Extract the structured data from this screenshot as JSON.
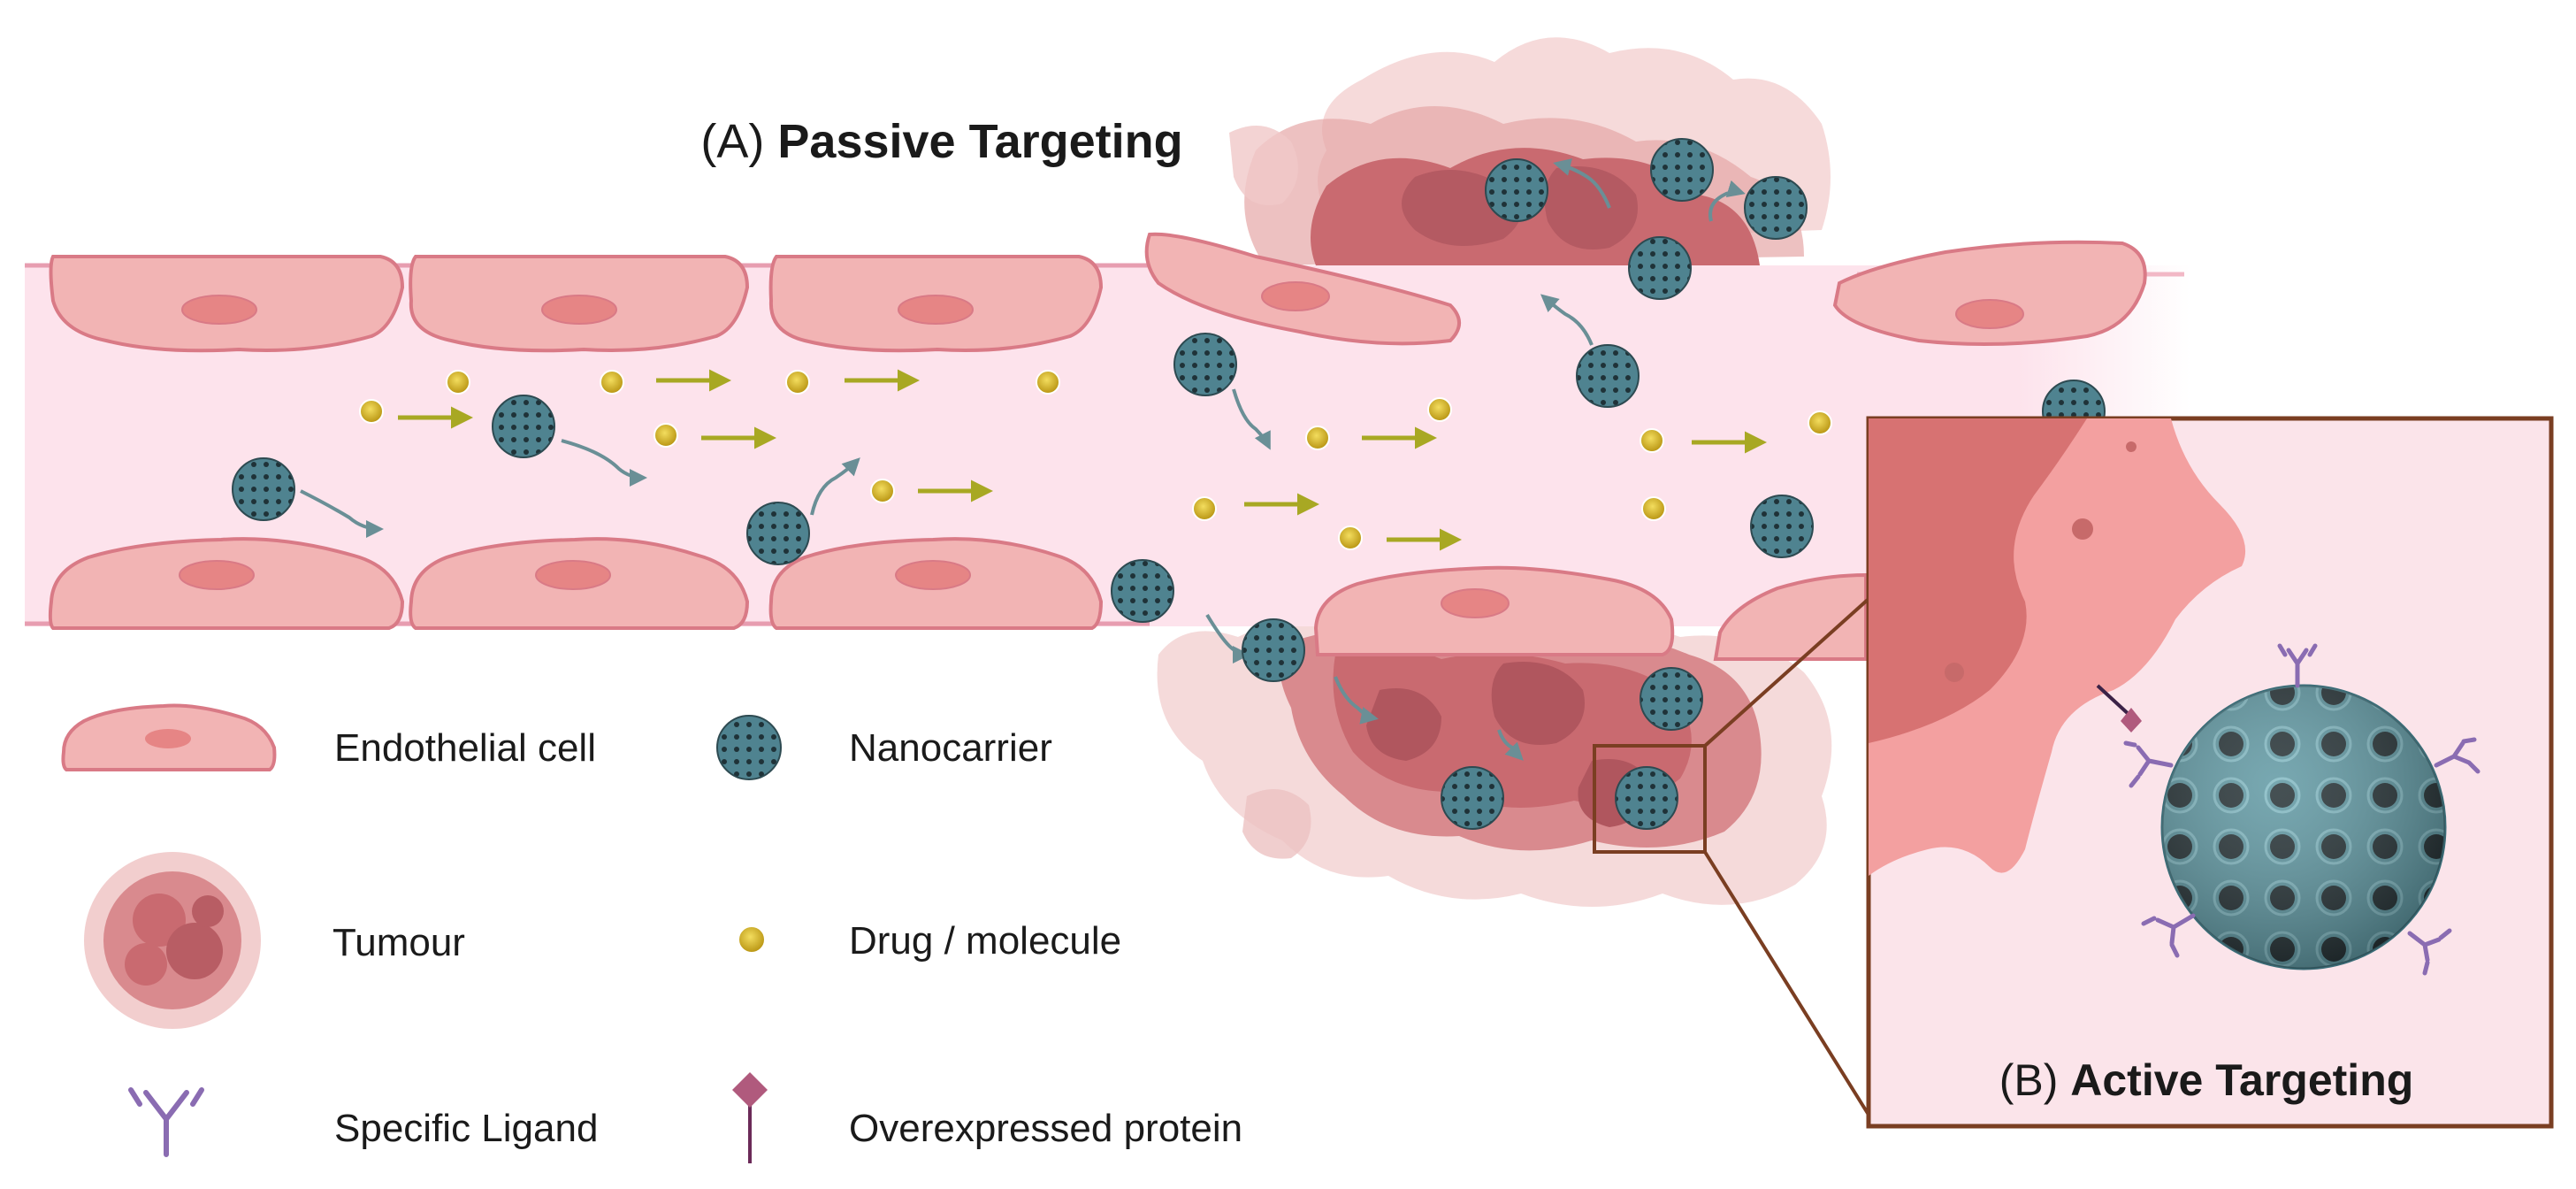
{
  "title_a": {
    "prefix": "(A) ",
    "bold": "Passive Targeting"
  },
  "title_b": {
    "prefix": "(B) ",
    "bold": "Active Targeting"
  },
  "legend": {
    "endothelial_cell": "Endothelial cell",
    "nanocarrier": "Nanocarrier",
    "tumour": "Tumour",
    "drug_molecule": "Drug / molecule",
    "specific_ligand": "Specific Ligand",
    "overexpressed_protein": "Overexpressed protein"
  },
  "colors": {
    "vessel_lumen": "#fde3ec",
    "endothelial_fill": "#f2b4b4",
    "endothelial_stroke": "#d97a86",
    "nucleus": "#e68585",
    "tumour": "#c96a70",
    "nanocarrier": "#4f8390",
    "drug": "#d4b41e",
    "arrow_drug": "#a8a823",
    "arrow_np": "#6a8f96",
    "ligand": "#8a6cb2",
    "protein": "#b05a7d",
    "inset_border": "#7a3e22"
  }
}
